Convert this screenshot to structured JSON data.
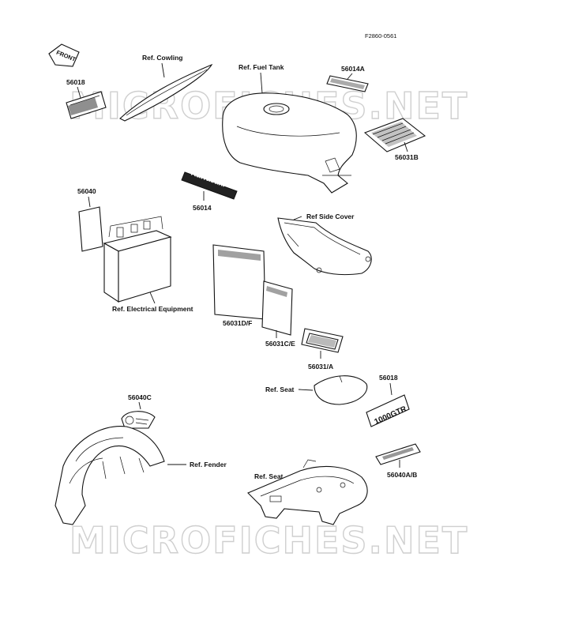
{
  "figure_code": "F2860-0561",
  "watermark": "MICROFICHES.NET",
  "front_arrow_text": "FRONT",
  "kawasaki_emblem_text": "Kawasaki",
  "badge_text": "1000GTR",
  "labels": {
    "ref_cowling": "Ref. Cowling",
    "ref_fuel_tank": "Ref. Fuel Tank",
    "p56018_top": "56018",
    "p56014A": "56014A",
    "p56031B": "56031B",
    "p56040": "56040",
    "p56014": "56014",
    "ref_side_cover": "Ref Side Cover",
    "ref_electrical": "Ref. Electrical Equipment",
    "p56031DF": "56031D/F",
    "p56031CE": "56031C/E",
    "p56031A": "56031/A",
    "ref_seat_1": "Ref. Seat",
    "p56018_bottom": "56018",
    "p56040C": "56040C",
    "ref_fender": "Ref. Fender",
    "ref_seat_2": "Ref. Seat",
    "p56040AB": "56040A/B"
  }
}
